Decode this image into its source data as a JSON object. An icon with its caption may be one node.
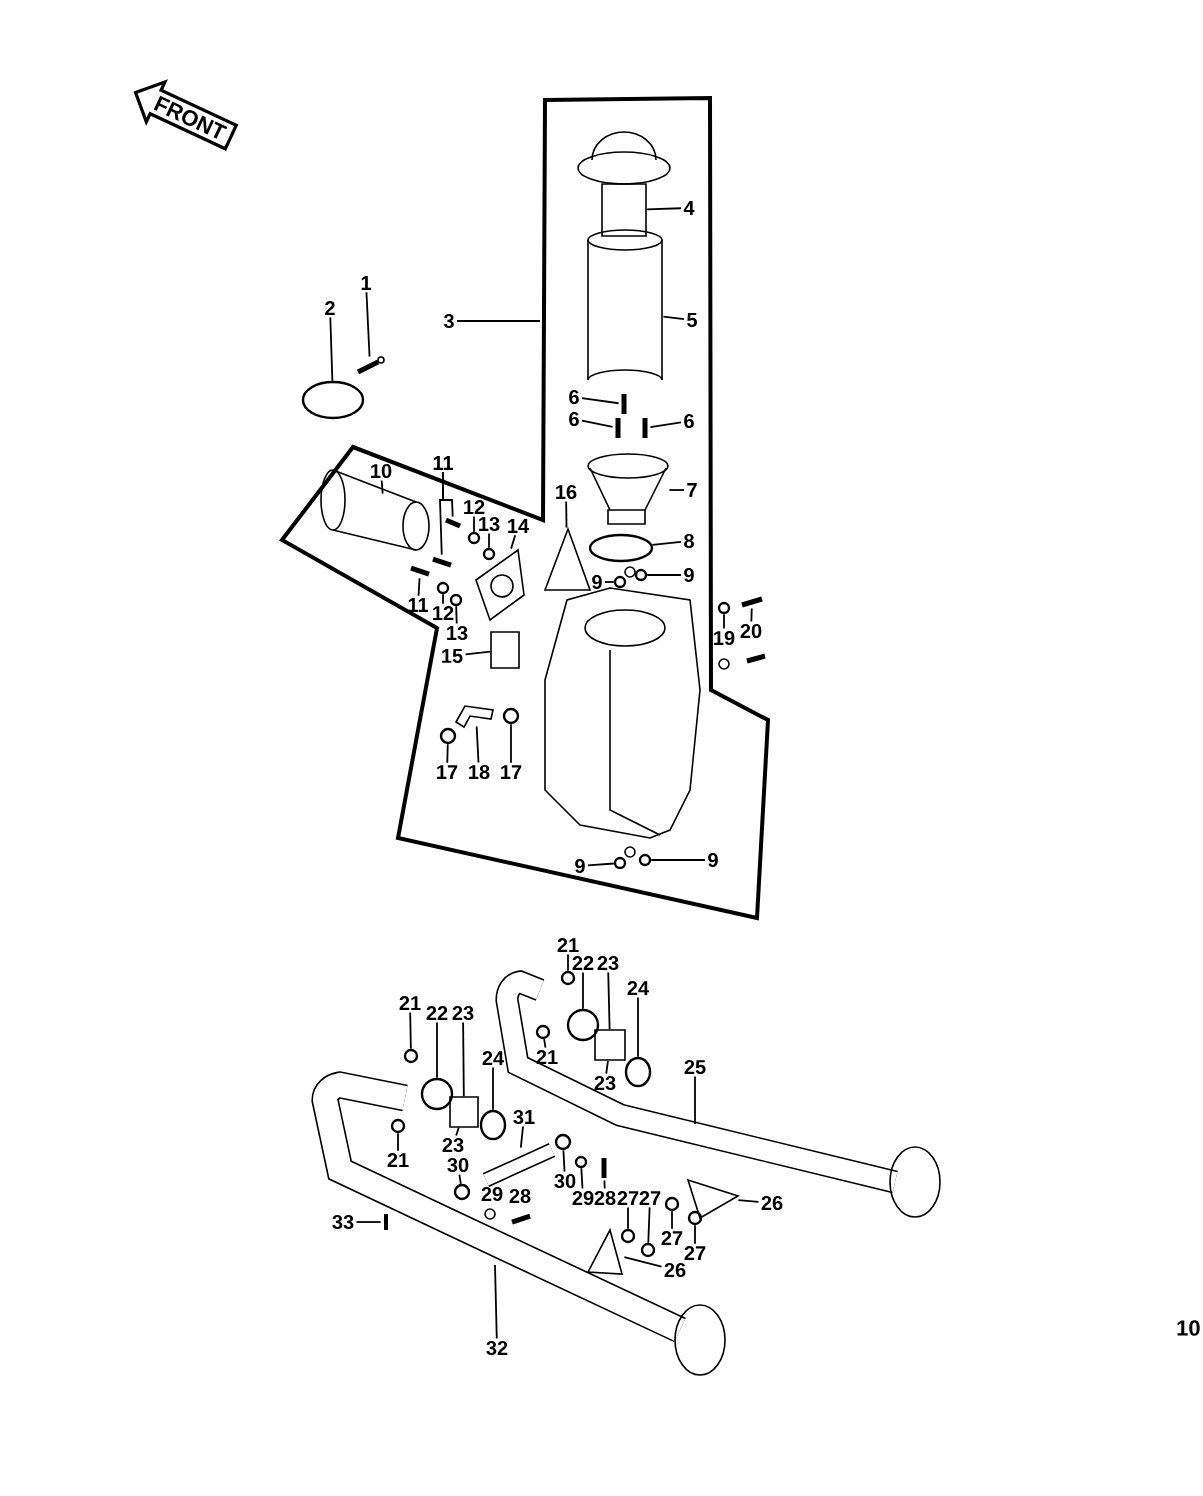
{
  "diagram": {
    "nodes": [
      {
        "text": [
          "1"
        ]
      },
      {
        "text": [
          "2"
        ]
      },
      {
        "text": [
          "3"
        ]
      },
      {
        "text": [
          "4"
        ]
      },
      {
        "text": [
          "5"
        ]
      },
      {
        "text": [
          "6"
        ]
      },
      {
        "text": [
          "6"
        ]
      },
      {
        "text": [
          "6"
        ]
      },
      {
        "text": [
          "7"
        ]
      },
      {
        "text": [
          "8"
        ]
      },
      {
        "text": [
          "9"
        ]
      },
      {
        "text": [
          "9"
        ]
      },
      {
        "text": [
          "10"
        ]
      },
      {
        "text": [
          "11"
        ]
      },
      {
        "text": [
          "12"
        ]
      },
      {
        "text": [
          "13"
        ]
      },
      {
        "text": [
          "14"
        ]
      },
      {
        "text": [
          "16"
        ]
      },
      {
        "text": [
          "11"
        ]
      },
      {
        "text": [
          "12"
        ]
      },
      {
        "text": [
          "13"
        ]
      },
      {
        "text": [
          "15"
        ]
      },
      {
        "text": [
          "19"
        ]
      },
      {
        "text": [
          "20"
        ]
      },
      {
        "text": [
          "17"
        ]
      },
      {
        "text": [
          "18"
        ]
      },
      {
        "text": [
          "17"
        ]
      },
      {
        "text": [
          "9"
        ]
      },
      {
        "text": [
          "9"
        ]
      },
      {
        "text": [
          "21"
        ]
      },
      {
        "text": [
          "22"
        ]
      },
      {
        "text": [
          "23"
        ]
      },
      {
        "text": [
          "24"
        ]
      },
      {
        "text": [
          "21"
        ]
      },
      {
        "text": [
          "22"
        ]
      },
      {
        "text": [
          "23"
        ]
      },
      {
        "text": [
          "21"
        ]
      },
      {
        "text": [
          "23"
        ]
      },
      {
        "text": [
          "24"
        ]
      },
      {
        "text": [
          "25"
        ]
      },
      {
        "text": [
          "31"
        ]
      },
      {
        "text": [
          "23"
        ]
      },
      {
        "text": [
          "21"
        ]
      },
      {
        "text": [
          "30"
        ]
      },
      {
        "text": [
          "30"
        ]
      },
      {
        "text": [
          "29"
        ]
      },
      {
        "text": [
          "28"
        ]
      },
      {
        "text": [
          "29"
        ]
      },
      {
        "text": [
          "28"
        ]
      },
      {
        "text": [
          "27"
        ]
      },
      {
        "text": [
          "27"
        ]
      },
      {
        "text": [
          "26"
        ]
      },
      {
        "text": [
          "33"
        ]
      },
      {
        "text": [
          "27"
        ]
      },
      {
        "text": [
          "27"
        ]
      },
      {
        "text": [
          "26"
        ]
      },
      {
        "text": [
          "32"
        ]
      },
      {
        "text": [],
        "shape": "picture"
      },
      {
        "text": [],
        "shape": "ellipse"
      },
      {
        "text": [],
        "shape": "box"
      },
      {
        "text": [],
        "shape": "picture"
      },
      {
        "text": [],
        "shape": "picture"
      },
      {
        "text": [],
        "shape": "picture"
      },
      {
        "text": [],
        "shape": "picture"
      },
      {
        "text": [],
        "shape": "picture"
      },
      {
        "text": [],
        "shape": "ellipse"
      },
      {
        "text": [],
        "shape": "circle"
      },
      {
        "text": [],
        "shape": "circle"
      },
      {
        "text": [],
        "shape": "picture"
      },
      {
        "text": [],
        "shape": "picture"
      },
      {
        "text": [],
        "shape": "picture"
      },
      {
        "text": [],
        "shape": "circle"
      },
      {
        "text": [],
        "shape": "circle"
      },
      {
        "text": [],
        "shape": "picture"
      },
      {
        "text": [],
        "shape": "picture"
      },
      {
        "text": [],
        "shape": "picture"
      },
      {
        "text": [],
        "shape": "circle"
      },
      {
        "text": [],
        "shape": "circle"
      },
      {
        "text": [],
        "shape": "box"
      },
      {
        "text": [],
        "shape": "circle"
      },
      {
        "text": [],
        "shape": "picture"
      },
      {
        "text": [],
        "shape": "circle"
      },
      {
        "text": [],
        "shape": "picture"
      },
      {
        "text": [],
        "shape": "circle"
      },
      {
        "text": [],
        "shape": "circle"
      },
      {
        "text": [],
        "shape": "circle"
      },
      {
        "text": [],
        "shape": "circle"
      },
      {
        "text": [],
        "shape": "circle"
      },
      {
        "text": [],
        "shape": "box"
      },
      {
        "text": [],
        "shape": "ellipse"
      },
      {
        "text": [],
        "shape": "circle"
      },
      {
        "text": [],
        "shape": "circle"
      },
      {
        "text": [],
        "shape": "box"
      },
      {
        "text": [],
        "shape": "circle"
      },
      {
        "text": [],
        "shape": "ellipse"
      },
      {
        "text": [],
        "shape": "picture"
      },
      {
        "text": [],
        "shape": "circle"
      },
      {
        "text": [],
        "shape": "circle"
      },
      {
        "text": [],
        "shape": "circle"
      },
      {
        "text": [],
        "shape": "circle"
      },
      {
        "text": [],
        "shape": "picture"
      },
      {
        "text": [],
        "shape": "circle"
      },
      {
        "text": [],
        "shape": "circle"
      },
      {
        "text": [],
        "shape": "picture"
      },
      {
        "text": [],
        "shape": "picture"
      },
      {
        "text": [],
        "shape": "circle"
      },
      {
        "text": [],
        "shape": "circle"
      },
      {
        "text": [],
        "shape": "picture"
      }
    ],
    "edges": [
      {
        "from": 0,
        "to": 57,
        "arrow": "none"
      },
      {
        "from": 1,
        "to": 58,
        "arrow": "none"
      },
      {
        "from": 2,
        "to": null,
        "arrow": "none"
      },
      {
        "from": 3,
        "to": 59,
        "arrow": "none"
      },
      {
        "from": 4,
        "to": 60,
        "arrow": "none"
      },
      {
        "from": 5,
        "to": 61,
        "arrow": "none"
      },
      {
        "from": 6,
        "to": 62,
        "arrow": "none"
      },
      {
        "from": 7,
        "to": 63,
        "arrow": "none"
      },
      {
        "from": 8,
        "to": 64,
        "arrow": "none"
      },
      {
        "from": 9,
        "to": 65,
        "arrow": "none"
      },
      {
        "from": 10,
        "to": 66,
        "arrow": "none"
      },
      {
        "from": 11,
        "to": 67,
        "arrow": "none"
      },
      {
        "from": 12,
        "to": 68,
        "arrow": "none"
      },
      {
        "from": 13,
        "to": 69,
        "arrow": "none"
      },
      {
        "from": 13,
        "to": 70,
        "arrow": "none"
      },
      {
        "from": 14,
        "to": 71,
        "arrow": "none"
      },
      {
        "from": 15,
        "to": 72,
        "arrow": "none"
      },
      {
        "from": 16,
        "to": 73,
        "arrow": "none"
      },
      {
        "from": 17,
        "to": 74,
        "arrow": "none"
      },
      {
        "from": 18,
        "to": 75,
        "arrow": "none"
      },
      {
        "from": 19,
        "to": 76,
        "arrow": "none"
      },
      {
        "from": 20,
        "to": 77,
        "arrow": "none"
      },
      {
        "from": 21,
        "to": 78,
        "arrow": "none"
      },
      {
        "from": 22,
        "to": 79,
        "arrow": "none"
      },
      {
        "from": 23,
        "to": 80,
        "arrow": "none"
      },
      {
        "from": 24,
        "to": 81,
        "arrow": "none"
      },
      {
        "from": 25,
        "to": 82,
        "arrow": "none"
      },
      {
        "from": 26,
        "to": 83,
        "arrow": "none"
      },
      {
        "from": 27,
        "to": 84,
        "arrow": "none"
      },
      {
        "from": 28,
        "to": 85,
        "arrow": "none"
      },
      {
        "from": 29,
        "to": 86,
        "arrow": "none"
      },
      {
        "from": 30,
        "to": 87,
        "arrow": "none"
      },
      {
        "from": 31,
        "to": 88,
        "arrow": "none"
      },
      {
        "from": 32,
        "to": 89,
        "arrow": "none"
      },
      {
        "from": 33,
        "to": 90,
        "arrow": "none"
      },
      {
        "from": 34,
        "to": 91,
        "arrow": "none"
      },
      {
        "from": 35,
        "to": 92,
        "arrow": "none"
      },
      {
        "from": 36,
        "to": 93,
        "arrow": "none"
      },
      {
        "from": 37,
        "to": 88,
        "arrow": "none"
      },
      {
        "from": 38,
        "to": 94,
        "arrow": "none"
      },
      {
        "from": 39,
        "to": null,
        "arrow": "none"
      },
      {
        "from": 40,
        "to": 95,
        "arrow": "none"
      },
      {
        "from": 41,
        "to": 92,
        "arrow": "none"
      },
      {
        "from": 42,
        "to": 96,
        "arrow": "none"
      },
      {
        "from": 43,
        "to": 97,
        "arrow": "none"
      },
      {
        "from": 44,
        "to": 98,
        "arrow": "none"
      },
      {
        "from": 47,
        "to": 99,
        "arrow": "none"
      },
      {
        "from": 48,
        "to": 100,
        "arrow": "none"
      },
      {
        "from": 49,
        "to": 101,
        "arrow": "none"
      },
      {
        "from": 50,
        "to": 102,
        "arrow": "none"
      },
      {
        "from": 51,
        "to": 103,
        "arrow": "none"
      },
      {
        "from": 52,
        "to": 104,
        "arrow": "none"
      },
      {
        "from": 53,
        "to": 105,
        "arrow": "none"
      },
      {
        "from": 54,
        "to": 106,
        "arrow": "none"
      },
      {
        "from": 55,
        "to": 107,
        "arrow": "none"
      },
      {
        "from": 56,
        "to": null,
        "arrow": "none"
      }
    ],
    "labels": [
      "FRONT",
      "10"
    ]
  }
}
